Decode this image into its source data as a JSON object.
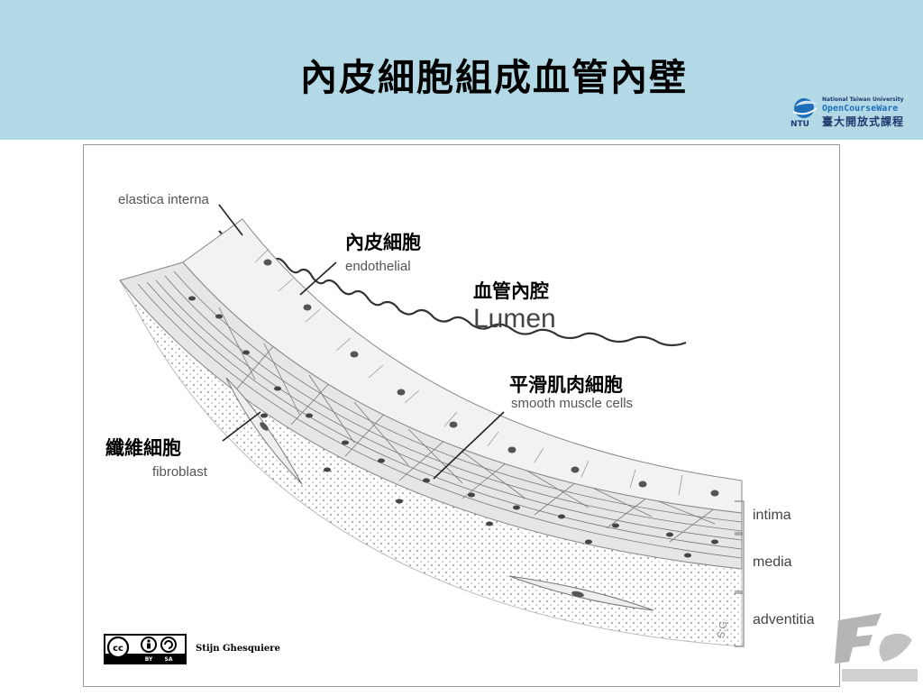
{
  "header": {
    "title": "內皮細胞組成血管內壁",
    "logo": {
      "line1": "National Taiwan University",
      "line2": "OpenCourseWare",
      "line3": "臺大開放式課程",
      "mark_text": "NTU"
    }
  },
  "figure": {
    "labels": {
      "elastica_interna": "elastica interna",
      "endothelial_zh": "內皮細胞",
      "endothelial_en": "endothelial",
      "lumen_zh": "血管內腔",
      "lumen_en": "Lumen",
      "smooth_muscle_zh": "平滑肌肉細胞",
      "smooth_muscle_en": "smooth muscle cells",
      "fibroblast_zh": "纖維細胞",
      "fibroblast_en": "fibroblast",
      "intima": "intima",
      "media": "media",
      "adventitia": "adventitia",
      "signature": "S.G."
    },
    "license": {
      "badge_cc": "cc",
      "badge_by": "BY",
      "badge_sa": "SA",
      "author": "Stijn Ghesquiere"
    }
  },
  "colors": {
    "header_bg": "#b3d9e6",
    "logo_blue": "#1e6fb8",
    "logo_navy": "#1e3a6e"
  }
}
